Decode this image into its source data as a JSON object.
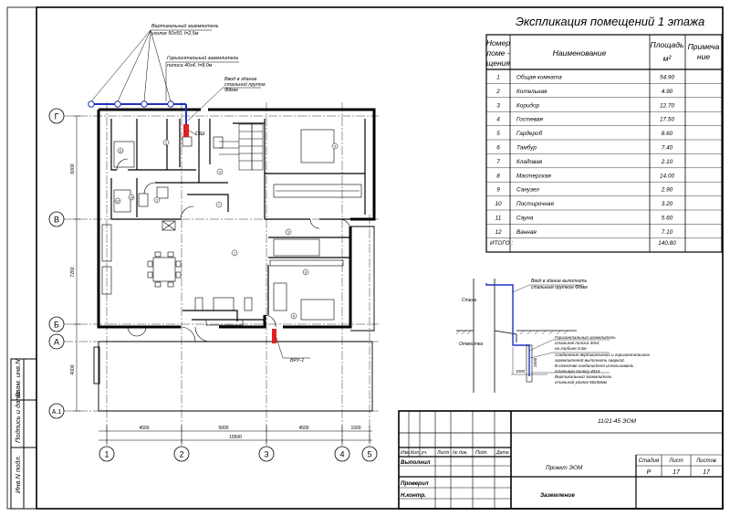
{
  "explication": {
    "title": "Экспликация помещений  1 этажа",
    "headers": {
      "number": "Номер поме - щения",
      "name": "Наименование",
      "area": "Площадь м²",
      "note": "Примеча ние"
    },
    "rows": [
      {
        "n": "1",
        "name": "Общая комната",
        "area": "54.90"
      },
      {
        "n": "2",
        "name": "Котельная",
        "area": "4.90"
      },
      {
        "n": "3",
        "name": "Коридор",
        "area": "12.70"
      },
      {
        "n": "4",
        "name": "Гостевая",
        "area": "17.50"
      },
      {
        "n": "5",
        "name": "Гардероб",
        "area": "8.60"
      },
      {
        "n": "6",
        "name": "Тамбур",
        "area": "7.40"
      },
      {
        "n": "7",
        "name": "Кладовая",
        "area": "2.10"
      },
      {
        "n": "8",
        "name": "Мастерская",
        "area": "14.00"
      },
      {
        "n": "9",
        "name": "Санузел",
        "area": "2.90"
      },
      {
        "n": "10",
        "name": "Постирочная",
        "area": "3.20"
      },
      {
        "n": "11",
        "name": "Сауна",
        "area": "5.60"
      },
      {
        "n": "12",
        "name": "Ванная",
        "area": "7.10"
      }
    ],
    "total_label": "ИТОГО :",
    "total_area": "140.80"
  },
  "plan_notes": {
    "vertical_electrode": [
      "Вертикальный заземлитель",
      "уголок 50х50, l=2,5м"
    ],
    "horizontal_electrode": [
      "Горизонтальный заземлитель",
      "полоса 40х4, l=8,0м"
    ],
    "input": [
      "Ввод в здание",
      "стальной пруток",
      "Ф8мм"
    ],
    "ground_bar": "ГЗШ",
    "panel": "ВРУ-1"
  },
  "section_notes": {
    "input": [
      "Ввод в здание выполнить",
      "стальным прутком Ф8мм"
    ],
    "wall": "Стена",
    "blind_area": "Отмостка",
    "horizontal": [
      "Горизонтальный заземлитель",
      "стальная полоса 40х4",
      "на глубине 0,5м"
    ],
    "connection": [
      "Соединение вертикального и горизонтального",
      "заземлителей выполнить сваркой.",
      "В качестве соединителя использовать",
      "стальную полосу 40х4"
    ],
    "vertical": [
      "Вертикальный заземлитель",
      "стальной уголок 50х50мм"
    ],
    "dim1": "2500",
    "dim2": "1000"
  },
  "axes": {
    "rows": [
      "Г",
      "В",
      "Б",
      "А",
      "А.1"
    ],
    "cols": [
      "1",
      "2",
      "3",
      "4",
      "5"
    ],
    "dims_bottom": [
      "4500",
      "5000",
      "4500",
      "1500"
    ],
    "dim_total": "15500",
    "dims_left": [
      "6000",
      "7260",
      "4000"
    ]
  },
  "room_marks": [
    "1",
    "2",
    "3",
    "4",
    "5",
    "6",
    "7",
    "8",
    "9",
    "10",
    "11",
    "12"
  ],
  "side_stamp": [
    "Инв.N подл.",
    "Подпись и дата",
    "Взам. инв.N"
  ],
  "title_block": {
    "code": "11/21-45  ЭОМ",
    "header_cells": [
      "Изм.",
      "Кол. уч.",
      "Лист",
      "№ док.",
      "Подп.",
      "Дата"
    ],
    "roles": [
      "Выполнил",
      "Проверил",
      "Н.контр."
    ],
    "project": "Проект ЭОМ",
    "sheet_title": "Заземление",
    "stage_label": "Стадия",
    "sheet_label": "Лист",
    "sheets_label": "Листов",
    "stage": "Р",
    "sheet": "17",
    "sheets": "17"
  }
}
